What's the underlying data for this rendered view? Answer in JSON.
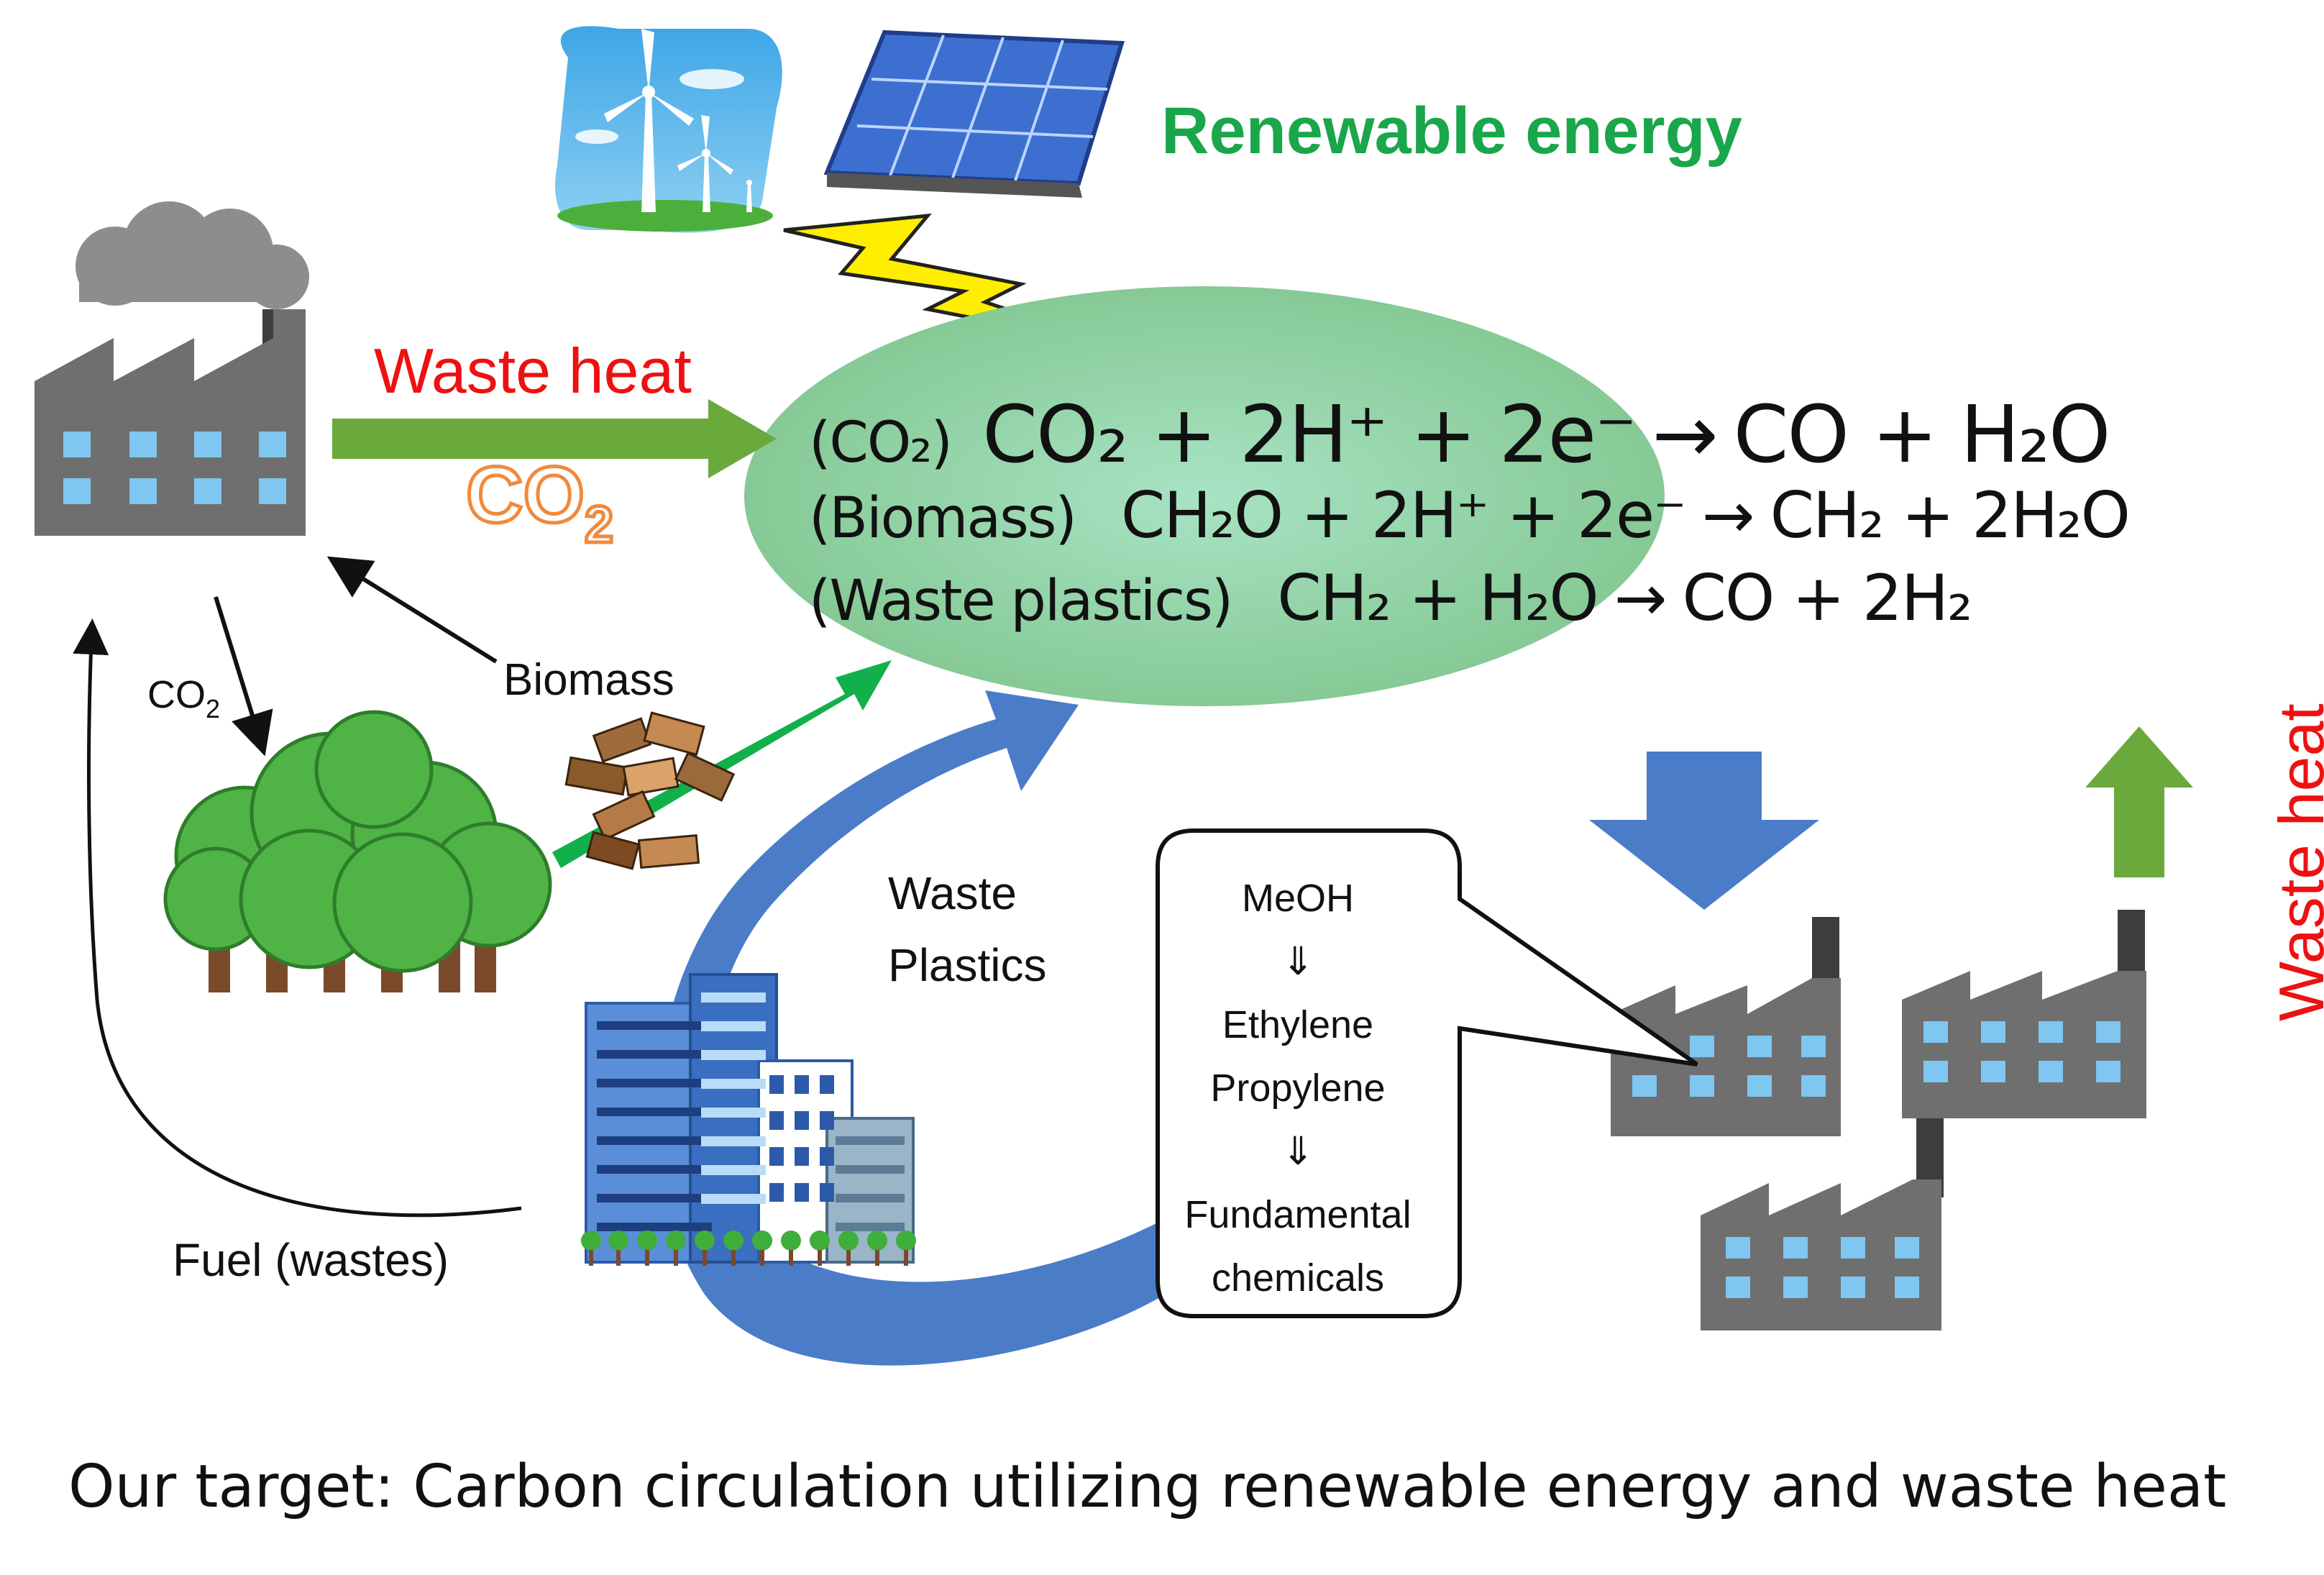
{
  "labels": {
    "renewable_energy": "Renewable energy",
    "waste_heat_left": "Waste heat",
    "co2_orange_main": "CO",
    "co2_orange_sub": "2",
    "waste_heat_right": "Waste heat",
    "biomass": "Biomass",
    "co2_small_main": "CO",
    "co2_small_sub": "2",
    "waste_plastics_line1": "Waste",
    "waste_plastics_line2": "Plastics",
    "fuel_wastes": "Fuel (wastes)"
  },
  "equations": {
    "co2": {
      "tag": "(CO₂)",
      "lhs": "CO₂ + 2H⁺ + 2e⁻",
      "arrow": "→",
      "rhs": "CO + H₂O"
    },
    "biomass": {
      "tag": "(Biomass)",
      "lhs": "CH₂O + 2H⁺ + 2e⁻",
      "arrow": "→",
      "rhs": "CH₂ + 2H₂O"
    },
    "plastics": {
      "tag": "(Waste plastics)",
      "lhs": "CH₂ + H₂O",
      "arrow": "→",
      "rhs": "CO + 2H₂"
    }
  },
  "callout": {
    "line1": "MeOH",
    "arrow1": "⇓",
    "line2": "Ethylene",
    "line3": "Propylene",
    "arrow2": "⇓",
    "line4": "Fundamental",
    "line5": "chemicals"
  },
  "caption": "Our target: Carbon circulation utilizing renewable energy and waste heat",
  "colors": {
    "renewable_green": "#1aa64a",
    "waste_heat_red": "#ee1111",
    "co2_orange": "#f08a3c",
    "ellipse_green": "#8fd4a6",
    "arrow_blue": "#4a7cc8",
    "arrow_green": "#6aaa3c",
    "factory_grey": "#6f6f70",
    "window_blue": "#7fc6f0",
    "tree_green": "#4fb346"
  }
}
